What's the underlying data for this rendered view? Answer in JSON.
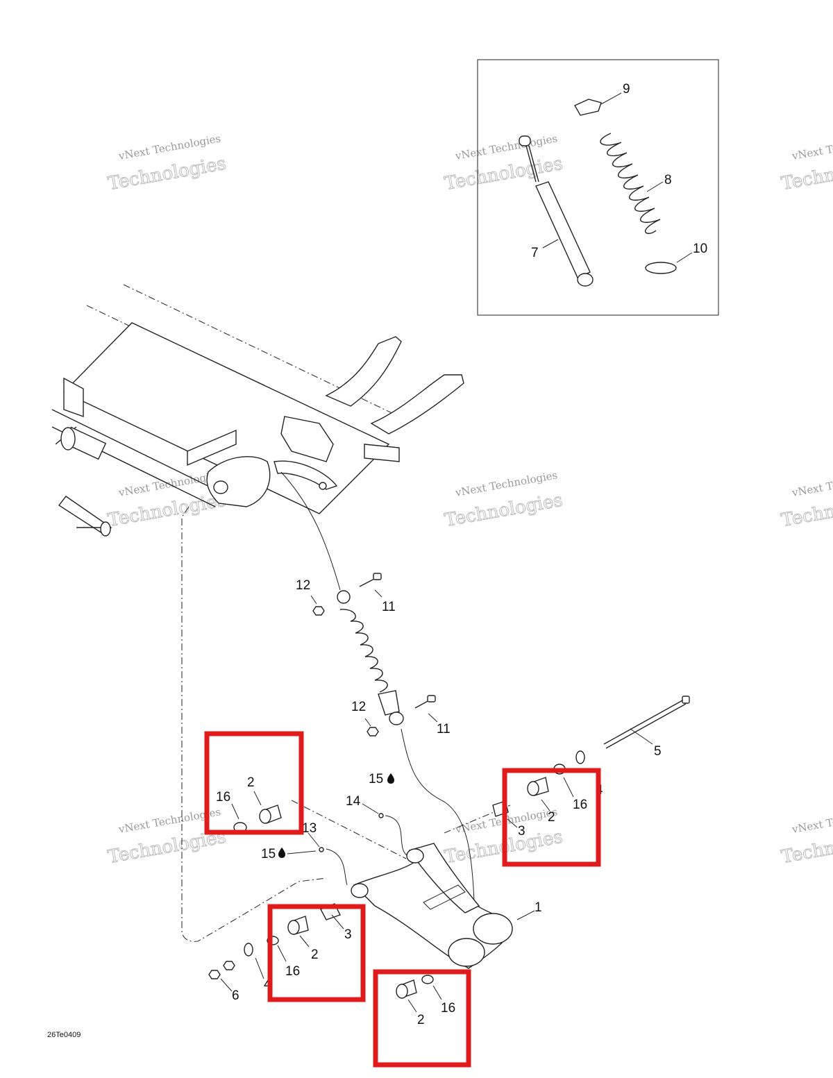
{
  "figure_ref": "26Te0409",
  "watermark": {
    "line1": "vNext Technologies",
    "line2": "Technologies"
  },
  "callouts": [
    {
      "id": "c9",
      "text": "9"
    },
    {
      "id": "c8",
      "text": "8"
    },
    {
      "id": "c7",
      "text": "7"
    },
    {
      "id": "c10",
      "text": "10"
    },
    {
      "id": "c12a",
      "text": "12"
    },
    {
      "id": "c11a",
      "text": "11"
    },
    {
      "id": "c12b",
      "text": "12"
    },
    {
      "id": "c11b",
      "text": "11"
    },
    {
      "id": "c5",
      "text": "5"
    },
    {
      "id": "c15a",
      "text": "15"
    },
    {
      "id": "c14a",
      "text": "14"
    },
    {
      "id": "c2a",
      "text": "2"
    },
    {
      "id": "c16a",
      "text": "16"
    },
    {
      "id": "c13",
      "text": "13"
    },
    {
      "id": "c15b",
      "text": "15"
    },
    {
      "id": "c4a",
      "text": "4"
    },
    {
      "id": "c16b",
      "text": "16"
    },
    {
      "id": "c2b",
      "text": "2"
    },
    {
      "id": "c3a",
      "text": "3"
    },
    {
      "id": "c1",
      "text": "1"
    },
    {
      "id": "c3b",
      "text": "3"
    },
    {
      "id": "c2c",
      "text": "2"
    },
    {
      "id": "c16c",
      "text": "16"
    },
    {
      "id": "c4b",
      "text": "4"
    },
    {
      "id": "c6",
      "text": "6"
    },
    {
      "id": "c2d",
      "text": "2"
    },
    {
      "id": "c16d",
      "text": "16"
    }
  ],
  "highlight_color": "#e01b1b"
}
